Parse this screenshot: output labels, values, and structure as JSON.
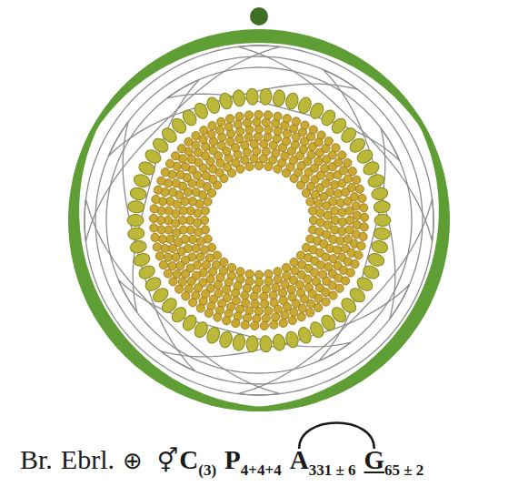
{
  "diagram": {
    "labels": [
      "Br.",
      "Ebrl.",
      "⊕",
      "⚥",
      "C",
      "(3)",
      "P",
      "4+4+4",
      "A",
      "331 ± 6",
      "G",
      "65 ± 2"
    ]
  }
}
